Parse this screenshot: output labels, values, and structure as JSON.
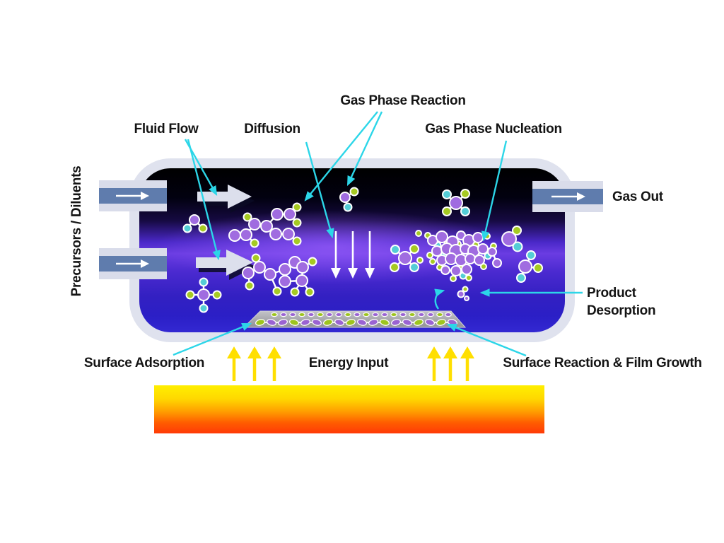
{
  "labels": {
    "gas_phase_reaction": "Gas Phase Reaction",
    "fluid_flow": "Fluid Flow",
    "diffusion": "Diffusion",
    "gas_phase_nucleation": "Gas Phase Nucleation",
    "gas_out": "Gas Out",
    "precursors_diluents": "Precursors / Diluents",
    "product_desorption": "Product Desorption",
    "surface_adsorption": "Surface Adsorption",
    "energy_input": "Energy Input",
    "surface_reaction_film_growth": "Surface Reaction & Film Growth"
  },
  "colors": {
    "background": "#ffffff",
    "chamber_border": "#dfe2ee",
    "chamber_black": "#000000",
    "chamber_purple": "#6a3ce2",
    "chamber_blue": "#2b1fc6",
    "pipe_outer": "#d9dcea",
    "pipe_bore": "#5f7cad",
    "callout_cyan": "#2cd6e8",
    "molecule_purple": "#a06ce0",
    "molecule_green": "#a6ca22",
    "molecule_cyan": "#54cdd6",
    "substrate_gray": "#a9a9ad",
    "heater_yellow": "#ffef00",
    "heater_red": "#ff3a06",
    "energy_arrow_yellow": "#ffdf00",
    "label_text": "#141414"
  }
}
